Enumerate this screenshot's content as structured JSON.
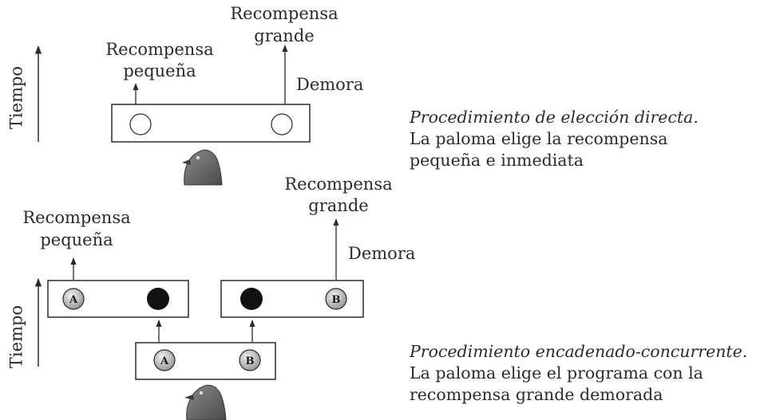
{
  "top": {
    "time_label": "Tiempo",
    "small_reward": [
      "Recompensa",
      "pequeña"
    ],
    "large_reward": [
      "Recompensa",
      "grande"
    ],
    "delay": "Demora",
    "caption_title": "Procedimiento de elección directa.",
    "caption_lines": [
      "La paloma elige la recompensa",
      "pequeña e inmediata"
    ]
  },
  "bottom": {
    "time_label": "Tiempo",
    "small_reward": [
      "Recompensa",
      "pequeña"
    ],
    "large_reward": [
      "Recompensa",
      "grande"
    ],
    "delay": "Demora",
    "key_a": "A",
    "key_b": "B",
    "caption_title": "Procedimiento encadenado-concurrente.",
    "caption_lines": [
      "La paloma elige el programa con la",
      "recompensa grande demorada"
    ]
  },
  "colors": {
    "ink": "#2b2b2b",
    "filled_key": "#111111",
    "labeled_key": "#c8c8c8",
    "pigeon": "#6e6e6e"
  }
}
